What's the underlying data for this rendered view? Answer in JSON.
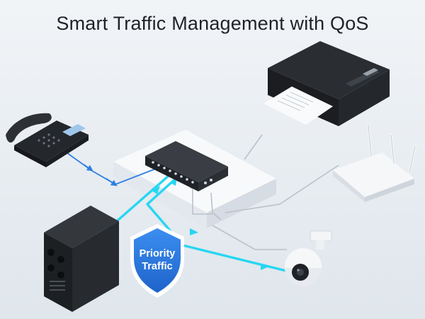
{
  "title": "Smart Traffic Management with QoS",
  "badge": {
    "line1": "Priority",
    "line2": "Traffic"
  },
  "colors": {
    "background": "#e9eef3",
    "priority_path": "#27d6f2",
    "phone_path": "#2f7fe0",
    "standard_path": "#b9c1ca",
    "badge": "#2e7fe6"
  },
  "icons": [
    "desk-phone-icon",
    "network-switch-icon",
    "printer-icon",
    "wifi-router-icon",
    "server-tower-icon",
    "ip-camera-icon",
    "shield-icon"
  ]
}
